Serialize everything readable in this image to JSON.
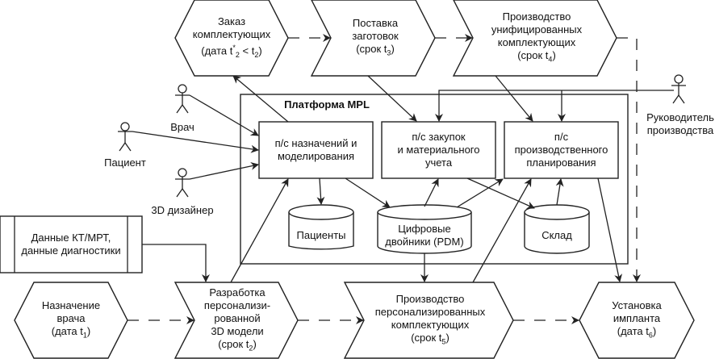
{
  "diagram": {
    "platform_title": "Платформа MPL",
    "events": {
      "order": {
        "line1": "Заказ",
        "line2": "комплектующих",
        "line3_pre": "(дата t",
        "line3_sup": "*",
        "line3_sub": "2",
        "line3_mid": " < t",
        "line3_sub2": "2",
        "line3_post": ")"
      },
      "appointment": {
        "line1": "Назначение",
        "line2": "врача",
        "line3_pre": "(дата t",
        "line3_sub": "1",
        "line3_post": ")"
      },
      "install": {
        "line1": "Установка",
        "line2": "импланта",
        "line3_pre": "(дата t",
        "line3_sub": "6",
        "line3_post": ")"
      }
    },
    "processes": {
      "supply": {
        "line1": "Поставка",
        "line2": "заготовок",
        "line3_pre": "(срок t",
        "line3_sub": "3",
        "line3_post": ")"
      },
      "unified": {
        "line1": "Производство",
        "line2": "унифицированных",
        "line3": "комплектующих",
        "line4_pre": "(срок t",
        "line4_sub": "4",
        "line4_post": ")"
      },
      "model": {
        "line1": "Разработка",
        "line2": "персонализи-",
        "line3": "рованной",
        "line4": "3D модели",
        "line5_pre": "(срок t",
        "line5_sub": "2",
        "line5_post": ")"
      },
      "personal": {
        "line1": "Производство",
        "line2": "персонализированных",
        "line3": "комплектующих",
        "line4_pre": "(срок t",
        "line4_sub": "5",
        "line4_post": ")"
      }
    },
    "subsystems": {
      "assign": {
        "line1": "п/с назначений и",
        "line2": "моделирования"
      },
      "purchase": {
        "line1": "п/с закупок",
        "line2": "и материального",
        "line3": "учета"
      },
      "planning": {
        "line1": "п/с",
        "line2": "производственного",
        "line3": "планирования"
      }
    },
    "databases": {
      "patients": "Пациенты",
      "twins_line1": "Цифровые",
      "twins_line2": "двойники (PDM)",
      "warehouse": "Склад"
    },
    "data_source": {
      "line1": "Данные КТ/МРТ,",
      "line2": "данные диагностики"
    },
    "actors": {
      "doctor": "Врач",
      "patient": "Пациент",
      "designer": "3D дизайнер",
      "manager_line1": "Руководитель",
      "manager_line2": "производства"
    }
  }
}
